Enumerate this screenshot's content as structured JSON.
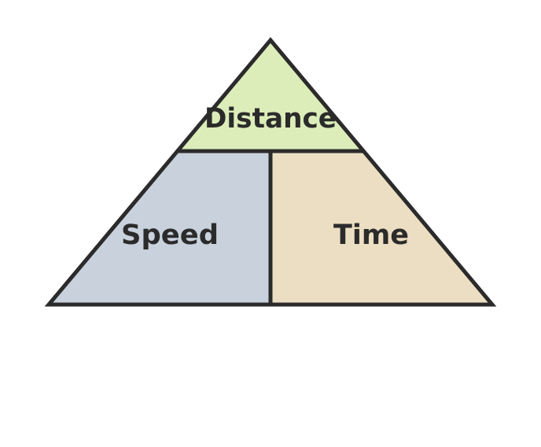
{
  "diagram": {
    "top_label": "Distance",
    "left_label": "Speed",
    "right_label": "Time"
  },
  "colors": {
    "top_fill": "#dcedb9",
    "left_fill": "#c9d1dc",
    "right_fill": "#ecdec2",
    "outline": "#2b2b2b",
    "text": "#2b2b2b",
    "background": "#ffffff"
  }
}
